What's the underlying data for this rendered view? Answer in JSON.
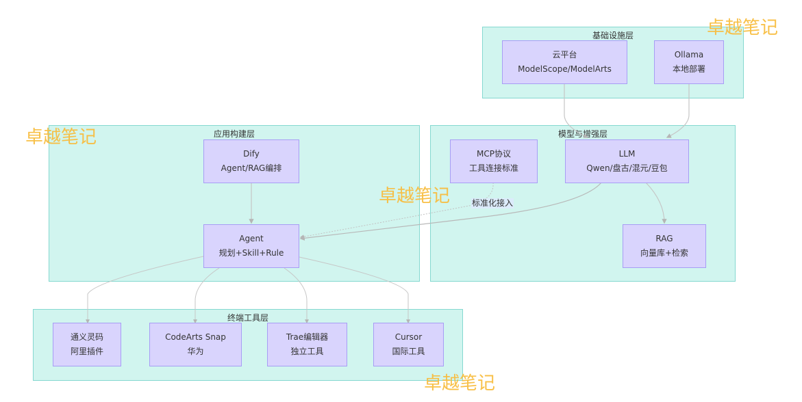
{
  "layers": {
    "infra": {
      "title": "基础设施层"
    },
    "model": {
      "title": "模型与增强层"
    },
    "app": {
      "title": "应用构建层"
    },
    "terminal": {
      "title": "终端工具层"
    }
  },
  "nodes": {
    "cloud": {
      "line1": "云平台",
      "line2": "ModelScope/ModelArts"
    },
    "ollama": {
      "line1": "Ollama",
      "line2": "本地部署"
    },
    "mcp": {
      "line1": "MCP协议",
      "line2": "工具连接标准"
    },
    "llm": {
      "line1": "LLM",
      "line2": "Qwen/盘古/混元/豆包"
    },
    "rag": {
      "line1": "RAG",
      "line2": "向量库+检索"
    },
    "dify": {
      "line1": "Dify",
      "line2": "Agent/RAG编排"
    },
    "agent": {
      "line1": "Agent",
      "line2": "规划+Skill+Rule"
    },
    "tongyi": {
      "line1": "通义灵码",
      "line2": "阿里插件"
    },
    "codearts": {
      "line1": "CodeArts Snap",
      "line2": "华为"
    },
    "trae": {
      "line1": "Trae编辑器",
      "line2": "独立工具"
    },
    "cursor": {
      "line1": "Cursor",
      "line2": "国际工具"
    }
  },
  "edges": {
    "mcp_agent_label": "标准化接入"
  },
  "watermark": "卓越笔记",
  "colors": {
    "layer_fill": "#d1f5ef",
    "layer_border": "#85d8d0",
    "node_fill": "#d9d4fd",
    "node_border": "#a79df5",
    "edge": "#bdbdbd",
    "watermark": "#f8bd3f"
  }
}
